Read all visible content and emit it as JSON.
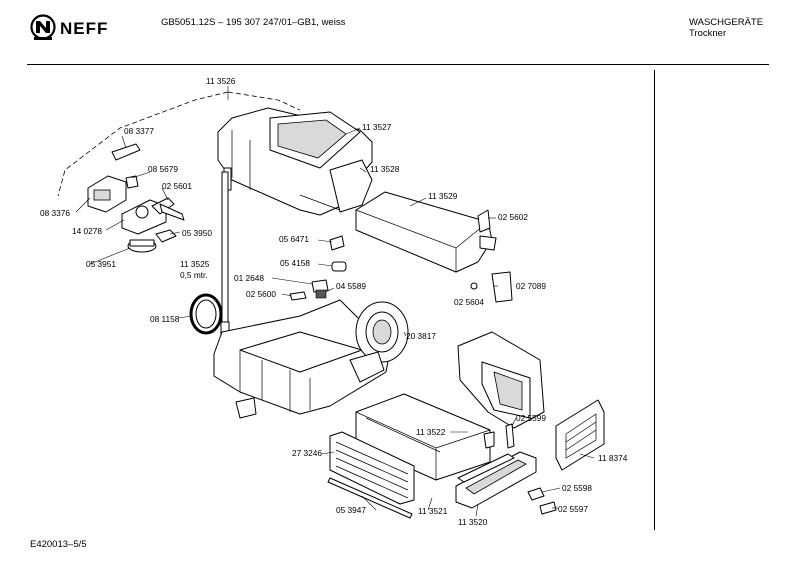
{
  "header": {
    "brand": "NEFF",
    "model_line": "GB5051.12S – 195 307 247/01–GB1, weiss",
    "category": "WASCHGERÄTE",
    "subcategory": "Trockner"
  },
  "footer": {
    "doc_id": "E420013–5/5"
  },
  "diagram": {
    "labels": {
      "p113526": "11 3526",
      "p083377": "08 3377",
      "p113527": "11 3527",
      "p113528": "11 3528",
      "p085679": "08 5679",
      "p025601": "02 5601",
      "p113529": "11 3529",
      "p083376": "08 3376",
      "p025602": "02 5602",
      "p140278": "14 0278",
      "p053950": "05 3950",
      "p056471": "05 6471",
      "p053951": "05 3951",
      "p113525": "11 3525",
      "p113525b": "0,5 mtr.",
      "p054158": "05 4158",
      "p012648": "01 2648",
      "p045589": "04 5589",
      "p025600": "02 5600",
      "p025604": "02 5604",
      "p027089": "02 7089",
      "p081158": "08 1158",
      "p203817": "20 3817",
      "p025599": "02 5599",
      "p113522": "11 3522",
      "p273246": "27 3246",
      "p118374": "11 8374",
      "p025598": "02 5598",
      "p053947": "05 3947",
      "p113521": "11 3521",
      "p113520": "11 3520",
      "p025597": "02 5597"
    }
  }
}
